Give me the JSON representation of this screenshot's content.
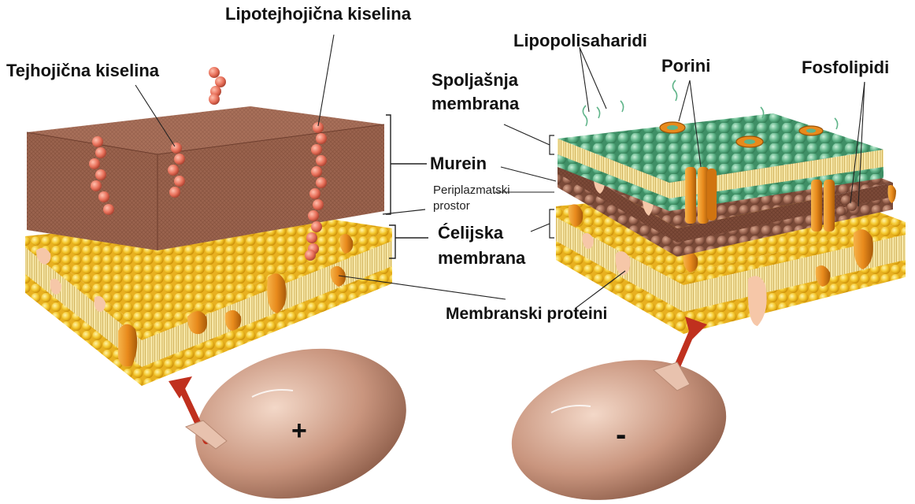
{
  "labels": {
    "lipoteichoic": "Lipotejhojična kiselina",
    "teichoic": "Tejhojična kiselina",
    "lipopolysaccharides": "Lipopolisaharidi",
    "outer_membrane_1": "Spoljašnja",
    "outer_membrane_2": "membrana",
    "porins": "Porini",
    "phospholipids": "Fosfolipidi",
    "murein": "Murein",
    "periplasmic_1": "Periplazmatski",
    "periplasmic_2": "prostor",
    "cell_membrane_1": "Ćelijska",
    "cell_membrane_2": "membrana",
    "membrane_proteins": "Membranski proteini"
  },
  "signs": {
    "gram_positive": "+",
    "gram_negative": "-"
  },
  "colors": {
    "murein": "#a8705a",
    "lipid_head": "#f2c230",
    "lps_head": "#5fb489",
    "protein": "#e88a1c",
    "teichoic_bead": "#e8705a",
    "cell_body": "#c9957e",
    "arrow": "#c0301e"
  }
}
